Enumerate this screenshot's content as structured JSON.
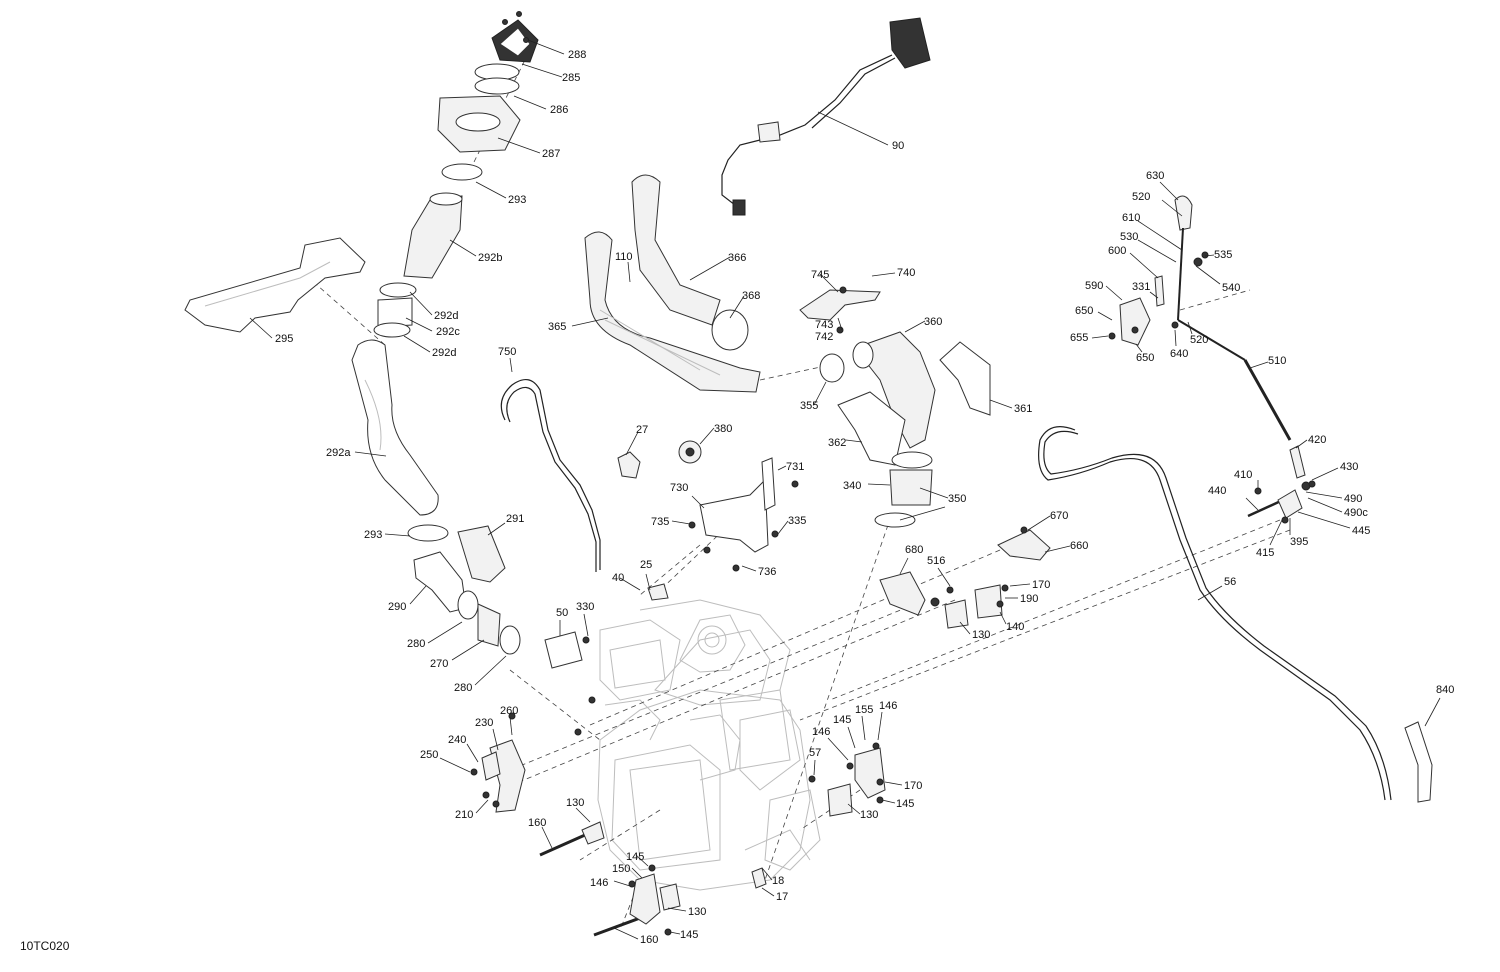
{
  "diagram_code": "10TC020",
  "callouts": {
    "c288": "288",
    "c285": "285",
    "c286": "286",
    "c287": "287",
    "c293a": "293",
    "c292b": "292b",
    "c292d1": "292d",
    "c292c": "292c",
    "c292d2": "292d",
    "c295": "295",
    "c292a": "292a",
    "c293b": "293",
    "c291": "291",
    "c290": "290",
    "c280a": "280",
    "c270": "270",
    "c280b": "280",
    "c260": "260",
    "c230": "230",
    "c240": "240",
    "c250": "250",
    "c210": "210",
    "c160a": "160",
    "c130a": "130",
    "c145a": "145",
    "c150": "150",
    "c146a": "146",
    "c130b": "130",
    "c160b": "160",
    "c145b": "145",
    "c18": "18",
    "c17": "17",
    "c90": "90",
    "c110": "110",
    "c366": "366",
    "c368": "368",
    "c365": "365",
    "c745": "745",
    "c740": "740",
    "c743": "743",
    "c742": "742",
    "c360": "360",
    "c355": "355",
    "c361": "361",
    "c362": "362",
    "c750": "750",
    "c27": "27",
    "c380": "380",
    "c731": "731",
    "c730": "730",
    "c735": "735",
    "c335": "335",
    "c736": "736",
    "c340": "340",
    "c350": "350",
    "c25": "25",
    "c40": "40",
    "c50": "50",
    "c330": "330",
    "c670": "670",
    "c660": "660",
    "c680": "680",
    "c516": "516",
    "c170a": "170",
    "c190": "190",
    "c130c": "130",
    "c140": "140",
    "c145c": "145",
    "c155": "155",
    "c146b": "146",
    "c146c": "146",
    "c57": "57",
    "c170b": "170",
    "c145d": "145",
    "c130d": "130",
    "c630": "630",
    "c520a": "520",
    "c610": "610",
    "c530": "530",
    "c535": "535",
    "c600": "600",
    "c540": "540",
    "c590": "590",
    "c331": "331",
    "c650a": "650",
    "c655": "655",
    "c650b": "650",
    "c640": "640",
    "c520b": "520",
    "c510": "510",
    "c420": "420",
    "c410": "410",
    "c430": "430",
    "c440": "440",
    "c490": "490",
    "c490c": "490c",
    "c445": "445",
    "c415": "415",
    "c395": "395",
    "c56": "56",
    "c840": "840"
  }
}
